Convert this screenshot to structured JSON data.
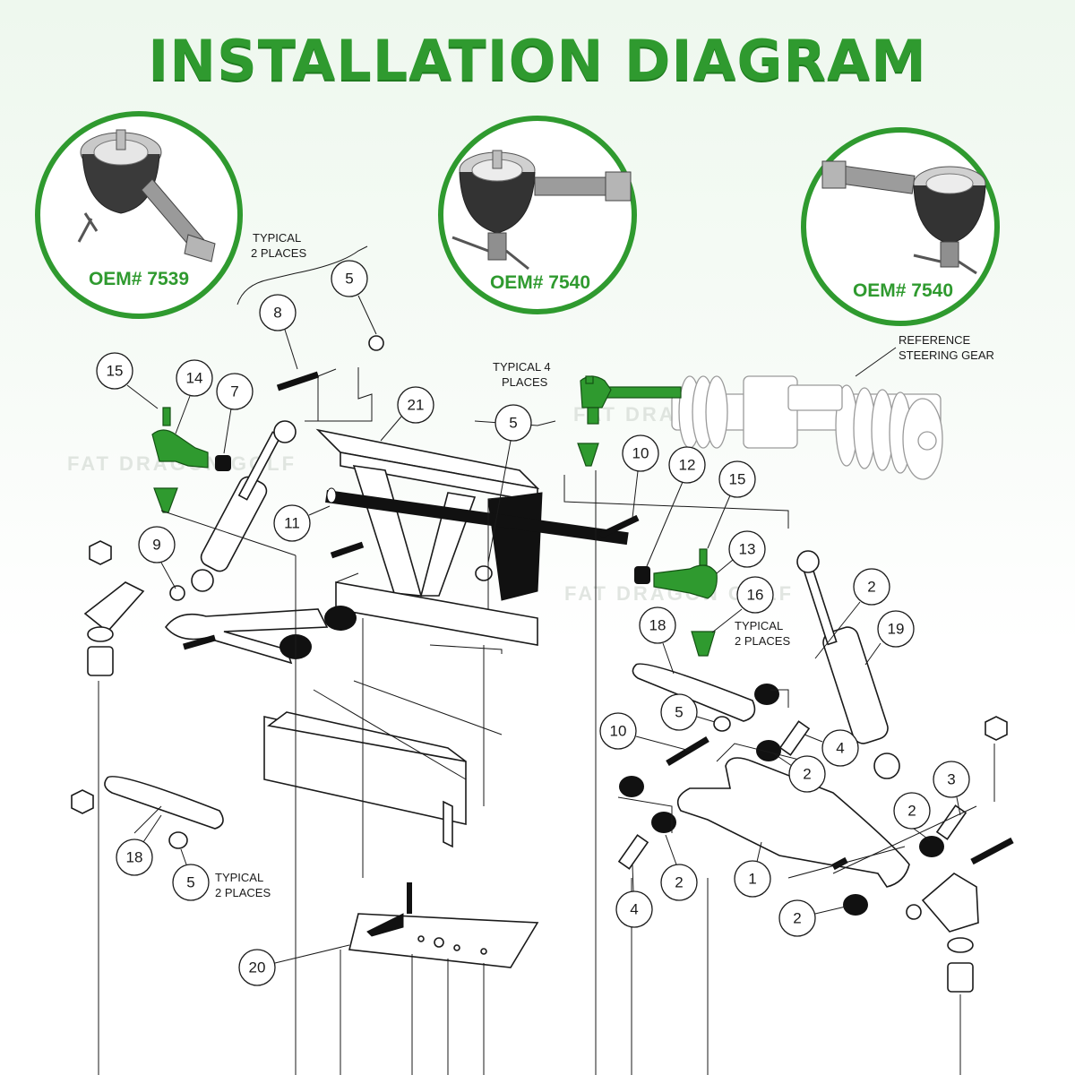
{
  "title": "INSTALLATION DIAGRAM",
  "accent_color": "#2f9a2f",
  "insets": [
    {
      "label": "OEM# 7539",
      "icon": "tie-rod-end-left-icon"
    },
    {
      "label": "OEM# 7540",
      "icon": "tie-rod-end-center-icon"
    },
    {
      "label": "OEM# 7540",
      "icon": "tie-rod-end-right-icon"
    }
  ],
  "watermark": "FAT DRAGON GOLF",
  "notes": {
    "typical_2_places_top": [
      "TYPICAL",
      "2 PLACES"
    ],
    "typical_4_places": [
      "TYPICAL 4",
      "PLACES"
    ],
    "reference_steering_gear": [
      "REFERENCE",
      "STEERING GEAR"
    ],
    "typical_2_places_mid": [
      "TYPICAL",
      "2 PLACES"
    ],
    "typical_2_places_bottom": [
      "TYPICAL",
      "2 PLACES"
    ]
  },
  "callouts": [
    "5",
    "8",
    "15",
    "14",
    "7",
    "21",
    "5",
    "10",
    "12",
    "15",
    "13",
    "16",
    "11",
    "9",
    "2",
    "19",
    "18",
    "5",
    "10",
    "4",
    "2",
    "3",
    "2",
    "18",
    "5",
    "1",
    "2",
    "4",
    "2",
    "20"
  ]
}
